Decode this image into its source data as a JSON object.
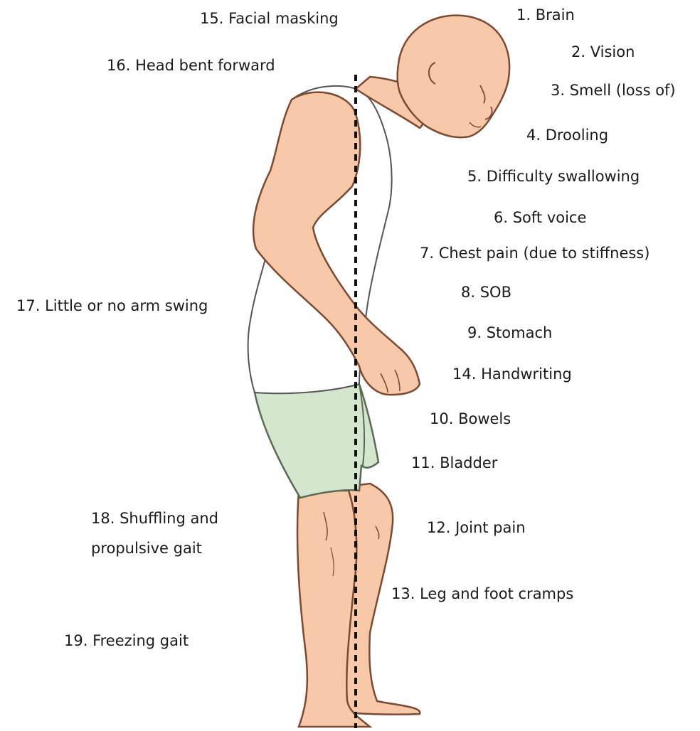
{
  "symptoms_right": [
    {
      "id": "s1",
      "text": "1. Brain"
    },
    {
      "id": "s2",
      "text": "2. Vision"
    },
    {
      "id": "s3",
      "text": "3. Smell (loss of)"
    },
    {
      "id": "s4",
      "text": "4. Drooling"
    },
    {
      "id": "s5",
      "text": "5. Difficulty swallowing"
    },
    {
      "id": "s6",
      "text": "6. Soft voice"
    },
    {
      "id": "s7",
      "text": "7. Chest pain (due to stiffness)"
    },
    {
      "id": "s8",
      "text": "8. SOB"
    },
    {
      "id": "s9",
      "text": "9. Stomach"
    },
    {
      "id": "s14",
      "text": "14. Handwriting"
    },
    {
      "id": "s10",
      "text": "10. Bowels"
    },
    {
      "id": "s11",
      "text": "11. Bladder"
    },
    {
      "id": "s12",
      "text": "12. Joint pain"
    },
    {
      "id": "s13",
      "text": "13. Leg and foot cramps"
    }
  ],
  "symptoms_left": [
    {
      "id": "s15",
      "text": "15. Facial masking"
    },
    {
      "id": "s16",
      "text": "16. Head bent forward"
    },
    {
      "id": "s17",
      "text": "17. Little or no arm swing"
    },
    {
      "id": "s18",
      "text": "18. Shuffling and propulsive gait"
    },
    {
      "id": "s19",
      "text": "19. Freezing gait"
    }
  ],
  "colors": {
    "skin": "#f7c9a9",
    "skin_outline": "#7a4a32",
    "vest": "#ffffff",
    "shorts": "#d5e6cf",
    "plumb_line": "#111111",
    "text": "#1a1a1a"
  }
}
